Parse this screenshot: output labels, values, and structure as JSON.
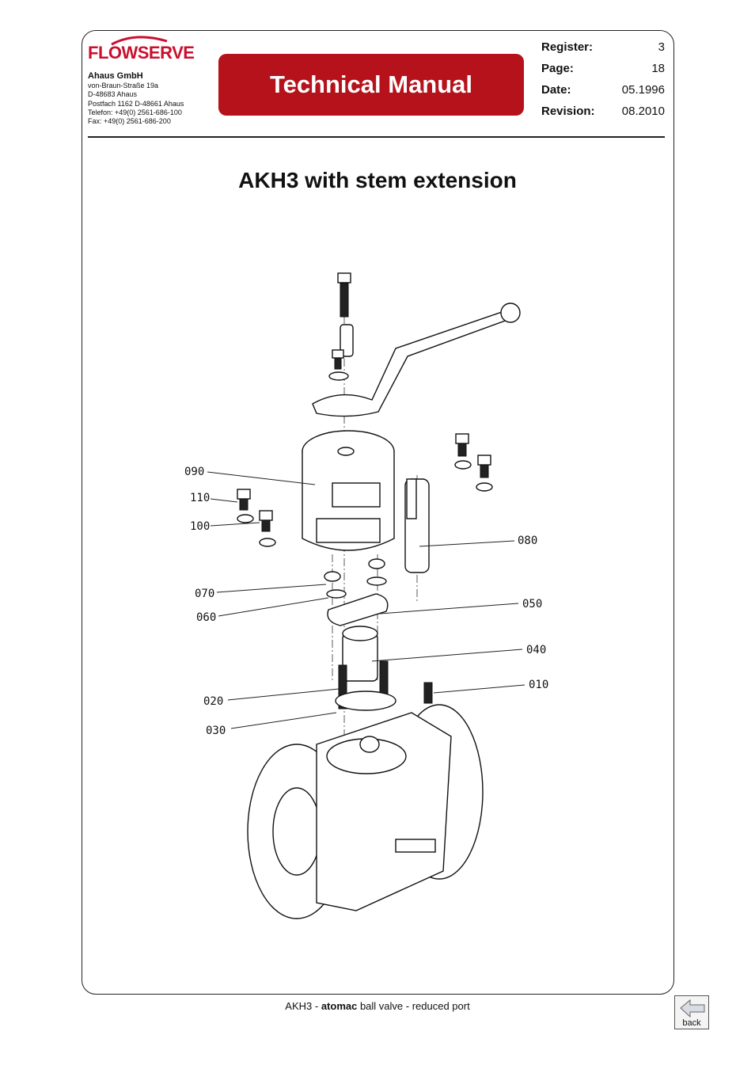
{
  "brand": {
    "name": "FLOWSERVE",
    "color": "#c8102e"
  },
  "company": {
    "name": "Ahaus GmbH",
    "lines": [
      "von-Braun-Straße 19a",
      "D-48683 Ahaus",
      "Postfach 1162 D-48661 Ahaus",
      "Telefon: +49(0) 2561-686-100",
      "Fax: +49(0) 2561-686-200"
    ]
  },
  "banner": {
    "title": "Technical Manual",
    "color": "#b5121b"
  },
  "meta": [
    {
      "label": "Register:",
      "value": "3"
    },
    {
      "label": "Page:",
      "value": "18"
    },
    {
      "label": "Date:",
      "value": "05.1996"
    },
    {
      "label": "Revision:",
      "value": "08.2010"
    }
  ],
  "heading": "AKH3 with stem extension",
  "callouts": [
    "090",
    "110",
    "100",
    "070",
    "060",
    "020",
    "030",
    "080",
    "050",
    "040",
    "010"
  ],
  "footer": {
    "prefix": "AKH3 - ",
    "bold": "atomac",
    "suffix": " ball valve - reduced port"
  },
  "back": {
    "label": "back",
    "icon": "arrow-left-icon"
  }
}
